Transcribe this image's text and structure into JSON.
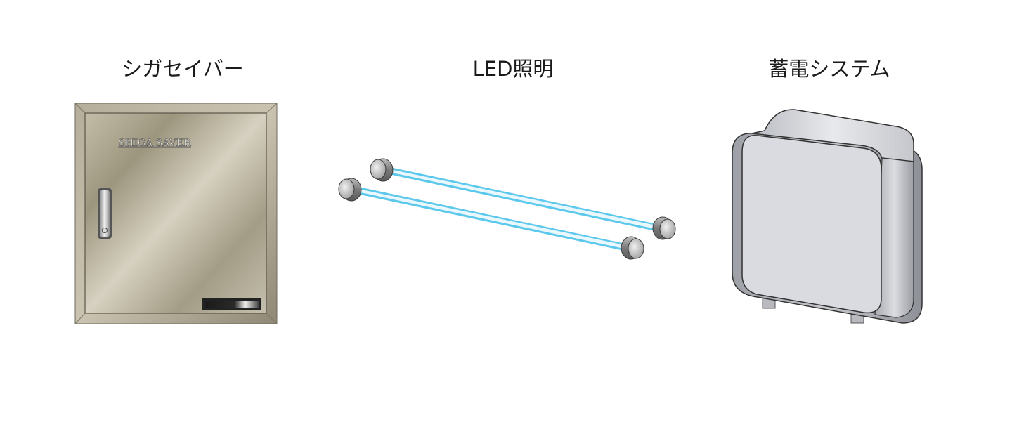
{
  "items": [
    {
      "label": "シガセイバー",
      "illustration": "cabinet",
      "nameplate": "SHIGA SAVER"
    },
    {
      "label": "LED照明",
      "illustration": "led-tubes"
    },
    {
      "label": "蓄電システム",
      "illustration": "battery-unit"
    }
  ],
  "colors": {
    "cabinet_body": "#a8a18c",
    "tube_glow": "#5cc8ec",
    "battery_face": "#dadbe0",
    "battery_shell": "#b2b4bb"
  }
}
